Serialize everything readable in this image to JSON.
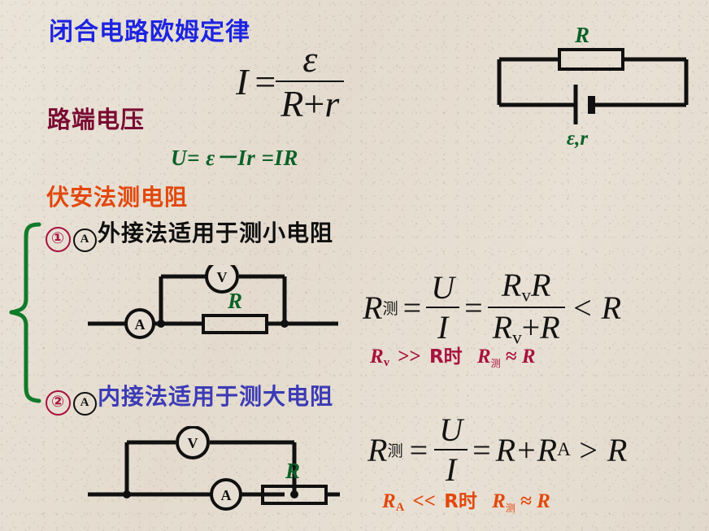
{
  "slide": {
    "title_ohm_law": "闭合电路欧姆定律",
    "label_terminal_voltage": "路端电压",
    "title_voltammeter_method": "伏安法测电阻"
  },
  "formulas": {
    "current": {
      "lhs": "I",
      "equals": "=",
      "numerator": "ε",
      "denominator_R": "R",
      "denominator_plus": "+",
      "denominator_r": "r"
    },
    "terminal_voltage": "U= ε－Ir =IR",
    "r_measured_external": {
      "lhs_R": "R",
      "lhs_sub": "测",
      "eq1": "=",
      "frac1_num": "U",
      "frac1_den": "I",
      "eq2": "=",
      "frac2_num_R": "R",
      "frac2_num_sub": "v",
      "frac2_num_R2": "R",
      "frac2_den_R": "R",
      "frac2_den_sub": "v",
      "frac2_den_plus": "+",
      "frac2_den_R2": "R",
      "compare": "< R"
    },
    "r_measured_internal": {
      "lhs_R": "R",
      "lhs_sub": "测",
      "eq1": "=",
      "frac_num": "U",
      "frac_den": "I",
      "eq2": "=",
      "rhs_R": "R",
      "rhs_plus": "+",
      "rhs_RA": "R",
      "rhs_RA_sub": "A",
      "compare": "> R"
    }
  },
  "notes": {
    "voltmeter_condition": {
      "R": "R",
      "sub": "v",
      "gg": ">>",
      "R_cn": "R时",
      "R2": "R",
      "sub2": "测",
      "approx": "≈",
      "R3": "R"
    },
    "ammeter_condition": {
      "R": "R",
      "sub": "A",
      "ll": "<<",
      "R_cn": "R时",
      "R2": "R",
      "sub2": "测",
      "approx": "≈",
      "R3": "R"
    }
  },
  "items": [
    {
      "number": "①",
      "meter_icon": "A",
      "text": "外接法适用于测小电阻"
    },
    {
      "number": "②",
      "meter_icon": "A",
      "text": "内接法适用于测大电阻"
    }
  ],
  "circuits": {
    "source": {
      "resistor_label": "R",
      "battery_label": "ε,r"
    },
    "external": {
      "voltmeter": "V",
      "ammeter": "A",
      "resistor_label": "R"
    },
    "internal": {
      "voltmeter": "V",
      "ammeter": "A",
      "resistor_label": "R"
    }
  },
  "colors": {
    "background": "#e6ded2",
    "title_blue": "#1d24e0",
    "maroon": "#7a0b33",
    "orange": "#e2480d",
    "green": "#0b6127",
    "crimson": "#a8123f",
    "indigo": "#3b3bb5",
    "ink": "#131313"
  }
}
